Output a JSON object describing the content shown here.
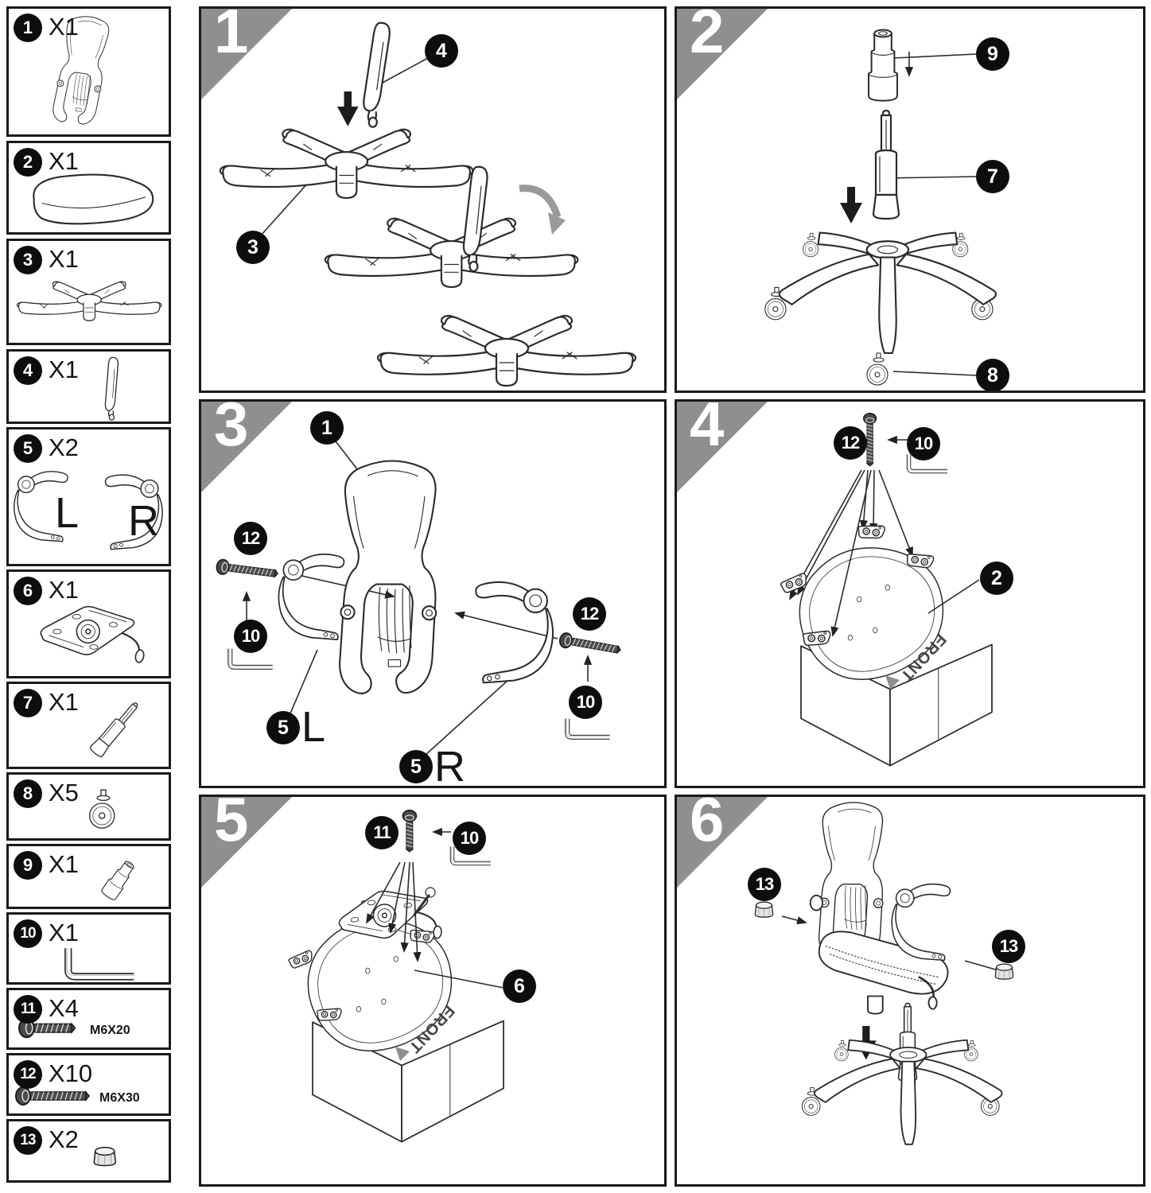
{
  "colors": {
    "ink": "#2b2b2b",
    "triangle_gray": "#8f8f8f",
    "arrow_gray": "#9a9a9a",
    "badge_black": "#0d0d0d"
  },
  "sidebar": {
    "items": [
      {
        "num": "1",
        "qty": "X1",
        "icon": "chair-back-icon"
      },
      {
        "num": "2",
        "qty": "X1",
        "icon": "seat-cushion-icon"
      },
      {
        "num": "3",
        "qty": "X1",
        "icon": "star-base-icon"
      },
      {
        "num": "4",
        "qty": "X1",
        "icon": "base-leg-icon"
      },
      {
        "num": "5",
        "qty": "X2",
        "icon": "armrest-pair-icon",
        "left_label": "L",
        "right_label": "R"
      },
      {
        "num": "6",
        "qty": "X1",
        "icon": "tilt-mechanism-icon"
      },
      {
        "num": "7",
        "qty": "X1",
        "icon": "gas-lift-icon"
      },
      {
        "num": "8",
        "qty": "X5",
        "icon": "caster-icon"
      },
      {
        "num": "9",
        "qty": "X1",
        "icon": "cylinder-cover-icon"
      },
      {
        "num": "10",
        "qty": "X1",
        "icon": "allen-wrench-icon"
      },
      {
        "num": "11",
        "qty": "X4",
        "icon": "screw-icon",
        "size_label": "M6X20"
      },
      {
        "num": "12",
        "qty": "X10",
        "icon": "screw-icon",
        "size_label": "M6X30"
      },
      {
        "num": "13",
        "qty": "X2",
        "icon": "cap-icon"
      }
    ]
  },
  "steps": [
    {
      "num": "1",
      "labels": {
        "leg": "4",
        "base": "3"
      }
    },
    {
      "num": "2",
      "labels": {
        "cover": "9",
        "lift": "7",
        "caster": "8"
      }
    },
    {
      "num": "3",
      "labels": {
        "back": "1",
        "screw_left": "12",
        "wrench_left": "10",
        "arm_left_num": "5",
        "arm_left_letter": "L",
        "arm_right_num": "5",
        "arm_right_letter": "R",
        "screw_right": "12",
        "wrench_right": "10"
      }
    },
    {
      "num": "4",
      "labels": {
        "screw": "12",
        "wrench": "10",
        "seat": "2",
        "front": "FRONT"
      }
    },
    {
      "num": "5",
      "labels": {
        "screw": "11",
        "wrench": "10",
        "mechanism": "6",
        "front": "FRONT"
      }
    },
    {
      "num": "6",
      "labels": {
        "cap_left": "13",
        "cap_right": "13"
      }
    }
  ]
}
